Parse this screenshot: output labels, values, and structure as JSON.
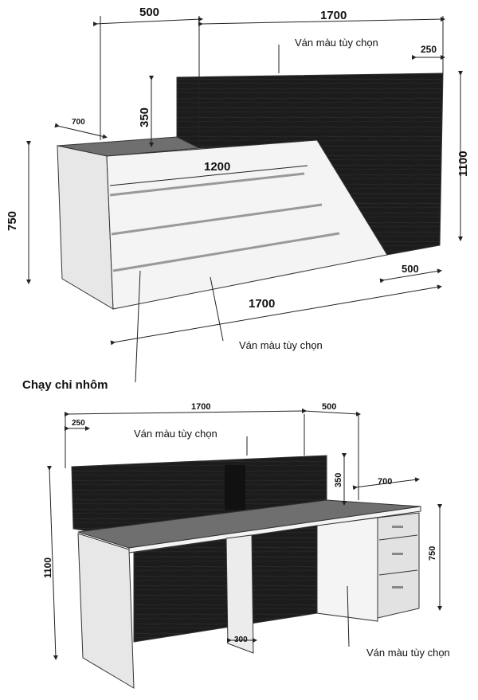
{
  "colors": {
    "dark_panel": "#1c1c1c",
    "dark_panel_edge": "#2b2b2b",
    "top_surface": "#6f6f6f",
    "white_panel": "#f4f4f4",
    "light_panel": "#e7e7e7",
    "shadow_panel": "#d3d3d3"
  },
  "top_view": {
    "dims": {
      "d500_top": "500",
      "d1700_top": "1700",
      "d250": "250",
      "d350": "350",
      "d700": "700",
      "d1200": "1200",
      "d1100": "1100",
      "d750": "750",
      "d500_base": "500",
      "d1700_base": "1700"
    },
    "labels": {
      "van_mau_top": "Ván màu tùy chọn",
      "van_mau_front": "Ván màu tùy chọn",
      "chay_chi": "Chạy chỉ nhôm"
    }
  },
  "bottom_view": {
    "dims": {
      "d1700": "1700",
      "d500": "500",
      "d250": "250",
      "d350": "350",
      "d700": "700",
      "d1100": "1100",
      "d750": "750",
      "d300": "300"
    },
    "labels": {
      "van_mau_top": "Ván màu tùy chọn",
      "van_mau_side": "Ván màu tùy chọn"
    }
  }
}
